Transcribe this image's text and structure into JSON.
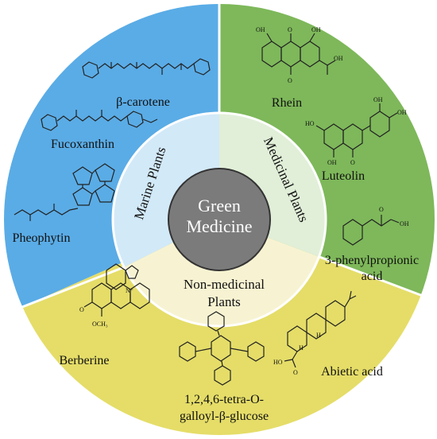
{
  "center": {
    "line1": "Green",
    "line2": "Medicine"
  },
  "segments": {
    "marine": {
      "label": "Marine Plants",
      "color": "#5aace6",
      "inner_color": "#d2e9f8",
      "compounds": [
        "β-carotene",
        "Fucoxanthin",
        "Pheophytin"
      ]
    },
    "medicinal": {
      "label": "Medicinal Plants",
      "color": "#7eb85a",
      "inner_color": "#e1efd8",
      "compounds": [
        "Rhein",
        "Luteolin",
        "3-phenylpropionic",
        "acid"
      ]
    },
    "nonmedicinal": {
      "label1": "Non-medicinal",
      "label2": "Plants",
      "color": "#e5dd68",
      "inner_color": "#f7f3d2",
      "compounds": [
        "Berberine",
        "Abietic acid",
        "1,2,4,6-tetra-O-",
        "galloyl-β-glucose"
      ]
    }
  },
  "atom_labels": {
    "oh": "OH",
    "ho": "HO",
    "o": "O",
    "h": "H",
    "och3": "OCH₃",
    "ch3o": "O",
    "nplus": "N⁺"
  }
}
